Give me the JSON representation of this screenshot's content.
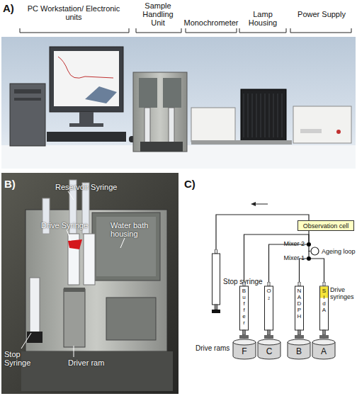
{
  "diagram": {
    "nodes": [
      {
        "text": [
          "Observation cell"
        ]
      },
      {
        "text": [
          "Mixer 2"
        ]
      },
      {
        "text": [
          "Ageing loop"
        ]
      },
      {
        "text": [
          "Mixer 1"
        ]
      },
      {
        "text": [
          "Stop syringe"
        ]
      },
      {
        "text": [
          "Buffer"
        ]
      },
      {
        "text": [
          "O₂"
        ]
      },
      {
        "text": [
          "NADPH"
        ]
      },
      {
        "text": [
          "SidA"
        ]
      },
      {
        "text": [
          "F"
        ]
      },
      {
        "text": [
          "C"
        ]
      },
      {
        "text": [
          "B"
        ]
      },
      {
        "text": [
          "A"
        ]
      }
    ],
    "edges": [
      {
        "from": 8,
        "to": 3,
        "arrow": "none"
      },
      {
        "from": 7,
        "to": 3,
        "arrow": "none"
      },
      {
        "from": 3,
        "to": 2,
        "arrow": "none"
      },
      {
        "from": 2,
        "to": 1,
        "arrow": "none"
      },
      {
        "from": 6,
        "to": 1,
        "arrow": "none"
      },
      {
        "from": 5,
        "to": 1,
        "arrow": "none"
      },
      {
        "from": 1,
        "to": 0,
        "arrow": "none"
      },
      {
        "from": 0,
        "to": 4,
        "arrow": "none"
      }
    ],
    "labels": [
      "A)",
      "PC Workstation/ Electronic units",
      "Sample Handling Unit",
      "Monochrometer",
      "Lamp Housing",
      "Power Supply",
      "B)",
      "Reservoir Syringe",
      "Drive Syringe",
      "Water bath housing",
      "Stop Syringe",
      "Driver ram",
      "C)",
      "Drive syringes",
      "Drive rams"
    ]
  }
}
